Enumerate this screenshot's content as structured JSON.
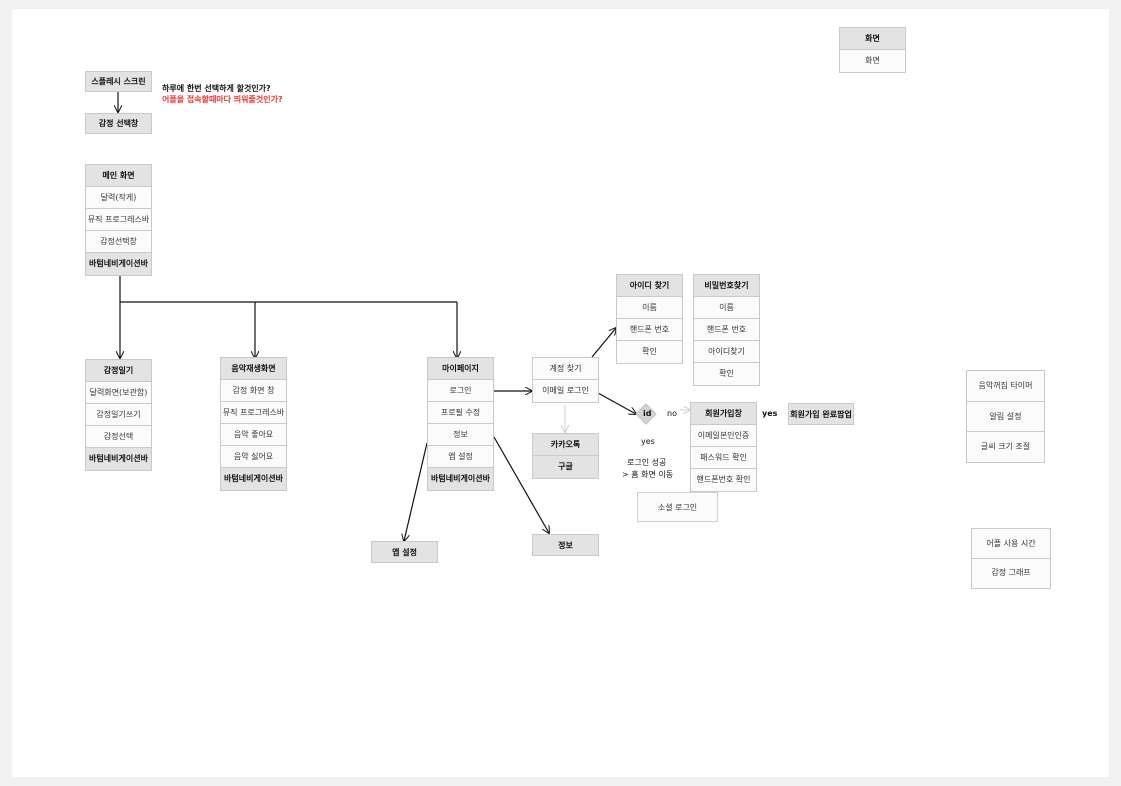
{
  "legend": {
    "header": "화면",
    "body": "화면"
  },
  "splash": {
    "label": "스플레시 스크린"
  },
  "emotion_select": {
    "label": "감정 선택창"
  },
  "note": {
    "line1": "하루에 한번 선택하게 할것인가?",
    "line2": "어플을 접속할때마다 띄워줄것인가?",
    "line2_color": "#e53935"
  },
  "main_screen": {
    "header": "메인 화면",
    "rows": [
      "달력(작게)",
      "뮤직 프로그레스바",
      "감정선택창"
    ],
    "footer": "바텀네비게이션바"
  },
  "diary": {
    "header": "감정일기",
    "rows": [
      "달력화면(보관함)",
      "감정일기쓰기",
      "감정선택"
    ],
    "footer": "바텀네비게이션바"
  },
  "music_player": {
    "header": "음악재생화면",
    "rows": [
      "감정 화면 창",
      "뮤직 프로그레스바",
      "음악 좋아요",
      "음악 싫어요"
    ],
    "footer": "바텀네비게이션바"
  },
  "mypage": {
    "header": "마이페이지",
    "rows": [
      "로그인",
      "프로필 수정",
      "정보",
      "앱 설정"
    ],
    "footer": "바텀네비게이션바"
  },
  "app_settings": {
    "label": "앱 설정"
  },
  "info": {
    "label": "정보"
  },
  "account": {
    "rows": [
      "계정 찾기",
      "이메일 로그인"
    ]
  },
  "social": {
    "rows": [
      "카카오톡",
      "구글"
    ]
  },
  "find_id": {
    "header": "아이디 찾기",
    "rows": [
      "이름",
      "핸드폰 번호",
      "확인"
    ]
  },
  "find_pw": {
    "header": "비밀번호찾기",
    "rows": [
      "이름",
      "핸드폰 번호",
      "아이디찾기",
      "확인"
    ]
  },
  "decision": {
    "label": "id",
    "no": "no",
    "yes": "yes",
    "signup_yes": "yes"
  },
  "login_success": {
    "line1": "로그인 성공",
    "line2": "> 홈 화면 이동"
  },
  "social_login": {
    "label": "소셜 로그인"
  },
  "signup": {
    "header": "회원가입창",
    "rows": [
      "이메일본인인증",
      "패스워드 확인",
      "핸드폰번호 확인"
    ]
  },
  "signup_done": {
    "label": "회원가입 완료팝업"
  },
  "settings_box": {
    "rows": [
      "음악꺼짐 타이머",
      "알림 설정",
      "글씨 크기 조절"
    ]
  },
  "stats_box": {
    "rows": [
      "어플 사용 시간",
      "감정 그래프"
    ]
  }
}
